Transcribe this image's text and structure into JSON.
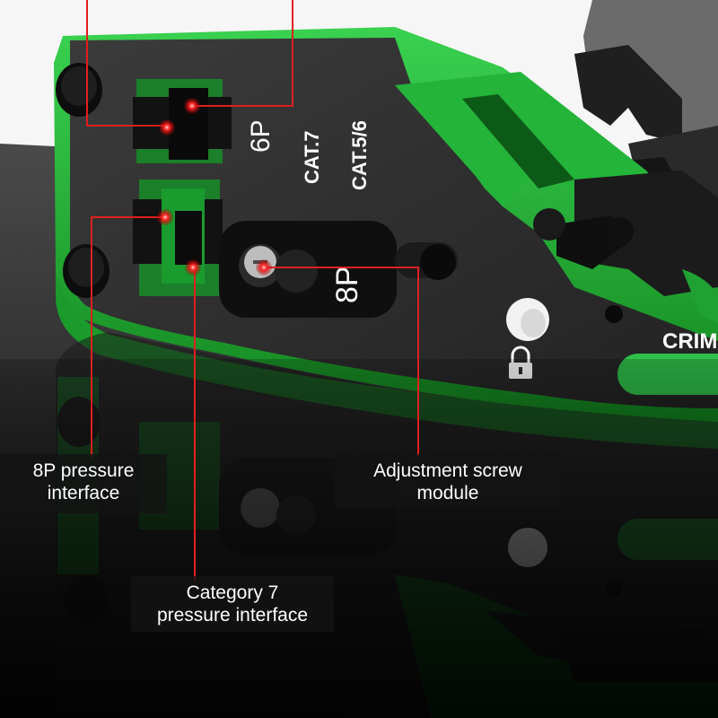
{
  "callouts": {
    "pressure_8p": "8P pressure\ninterface",
    "adjustment_screw": "Adjustment screw\nmodule",
    "category7": "Category 7\npressure interface"
  },
  "tool_markings": {
    "label_6p": "6P",
    "label_8p": "8P",
    "label_cat7": "CAT.7",
    "label_cat56": "CAT.5/6",
    "label_crimp": "CRIM"
  },
  "icons": [
    "lock-icon",
    "screw-icon",
    "red-marker-dot"
  ],
  "colors": {
    "tool_green": "#22b53a",
    "tool_body": "#2c2c2c",
    "marker_red": "#ff1a1a",
    "leader_red": "#e0201f",
    "callout_bg": "#141414"
  }
}
